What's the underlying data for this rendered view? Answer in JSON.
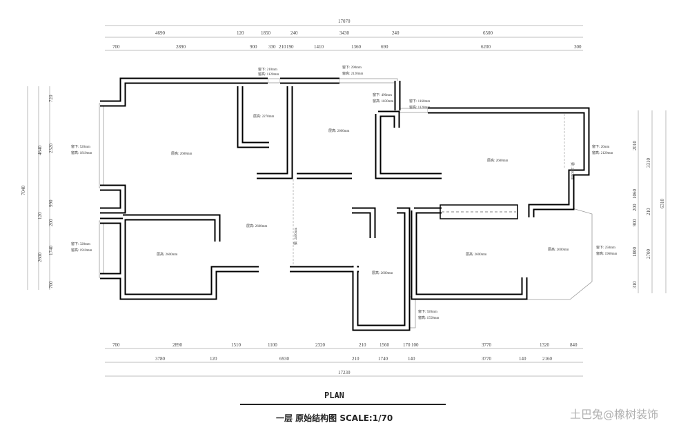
{
  "top_dims": {
    "total": "17070",
    "row2": [
      "4690",
      "120",
      "1850",
      "240",
      "3430",
      "240",
      "6500"
    ],
    "row3": [
      "700",
      "2890",
      "900",
      "330",
      "210",
      "190",
      "1410",
      "1360",
      "690",
      "6200",
      "300"
    ]
  },
  "bottom_dims": {
    "row1": [
      "700",
      "2890",
      "1510",
      "1100",
      "2320",
      "210",
      "1560",
      "170",
      "100",
      "3770",
      "1320",
      "840"
    ],
    "row2": [
      "3780",
      "120",
      "6930",
      "210",
      "1740",
      "140",
      "3770",
      "140",
      "2160"
    ],
    "total": "17230"
  },
  "left_dims": [
    "720",
    "2320",
    "4640",
    "990",
    "120",
    "200",
    "1740",
    "700",
    "2600",
    "7040"
  ],
  "right_dims": [
    "2010",
    "3310",
    "1060",
    "200",
    "900",
    "210",
    "1800",
    "2700",
    "310",
    "6310"
  ],
  "room_labels": [
    "层高: 2600mm",
    "层高: 2270mm",
    "层高: 2600mm",
    "层高: 2600mm",
    "层高: 2600mm",
    "层高: 2600mm",
    "层高: 2600mm",
    "层高: 2600mm",
    "层高: 2600mm"
  ],
  "window_labels": [
    [
      "窗下: 210mm",
      "窗高: 1120mm"
    ],
    [
      "窗下: 290mm",
      "窗高: 2120mm"
    ],
    [
      "窗下: 490mm",
      "窗高: 1830mm"
    ],
    [
      "窗下: 1160mm",
      "窗高: 1120mm"
    ],
    [
      "窗下: 520mm",
      "窗高: 1810mm"
    ],
    [
      "窗下: 320mm",
      "窗高: 1910mm"
    ],
    [
      "窗下: 20mm",
      "窗高: 2120mm"
    ],
    [
      "窗下: 250mm",
      "窗高: 1960mm"
    ],
    [
      "窗下: 920mm",
      "窗高: 1550mm"
    ]
  ],
  "beam_labels": [
    "梁: 2400mm",
    "梁: 2400mm"
  ],
  "title": "PLAN",
  "subtitle": "一层 原始结构图 SCALE:1/70",
  "watermark": "土巴兔@橡树装饰"
}
